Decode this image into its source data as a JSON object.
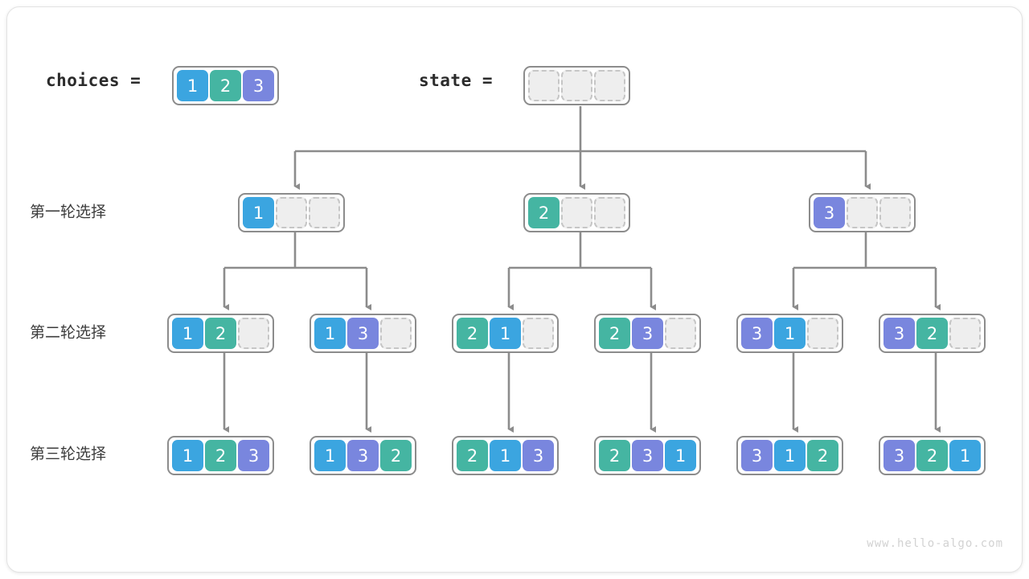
{
  "diagram": {
    "title": "permutation-backtracking-tree",
    "watermark": "www.hello-algo.com",
    "colors": {
      "value_1": "#3BA5E0",
      "value_2": "#45B5A2",
      "value_3": "#7986DE",
      "empty_cell": "#eeeeee",
      "node_border": "#8c8c8c",
      "wire": "#8c8c8c"
    }
  },
  "header": {
    "choices_label": "choices =",
    "choices_cells": [
      "1",
      "2",
      "3"
    ],
    "state_label": "state =",
    "state_cells": [
      "",
      "",
      ""
    ]
  },
  "row_labels": [
    "第一轮选择",
    "第二轮选择",
    "第三轮选择"
  ],
  "levels": [
    {
      "label": "第一轮选择",
      "nodes": [
        {
          "cells": [
            "1",
            "",
            ""
          ]
        },
        {
          "cells": [
            "2",
            "",
            ""
          ]
        },
        {
          "cells": [
            "3",
            "",
            ""
          ]
        }
      ]
    },
    {
      "label": "第二轮选择",
      "nodes": [
        {
          "cells": [
            "1",
            "2",
            ""
          ]
        },
        {
          "cells": [
            "1",
            "3",
            ""
          ]
        },
        {
          "cells": [
            "2",
            "1",
            ""
          ]
        },
        {
          "cells": [
            "2",
            "3",
            ""
          ]
        },
        {
          "cells": [
            "3",
            "1",
            ""
          ]
        },
        {
          "cells": [
            "3",
            "2",
            ""
          ]
        }
      ]
    },
    {
      "label": "第三轮选择",
      "nodes": [
        {
          "cells": [
            "1",
            "2",
            "3"
          ]
        },
        {
          "cells": [
            "1",
            "3",
            "2"
          ]
        },
        {
          "cells": [
            "2",
            "1",
            "3"
          ]
        },
        {
          "cells": [
            "2",
            "3",
            "1"
          ]
        },
        {
          "cells": [
            "3",
            "1",
            "2"
          ]
        },
        {
          "cells": [
            "3",
            "2",
            "1"
          ]
        }
      ]
    }
  ]
}
